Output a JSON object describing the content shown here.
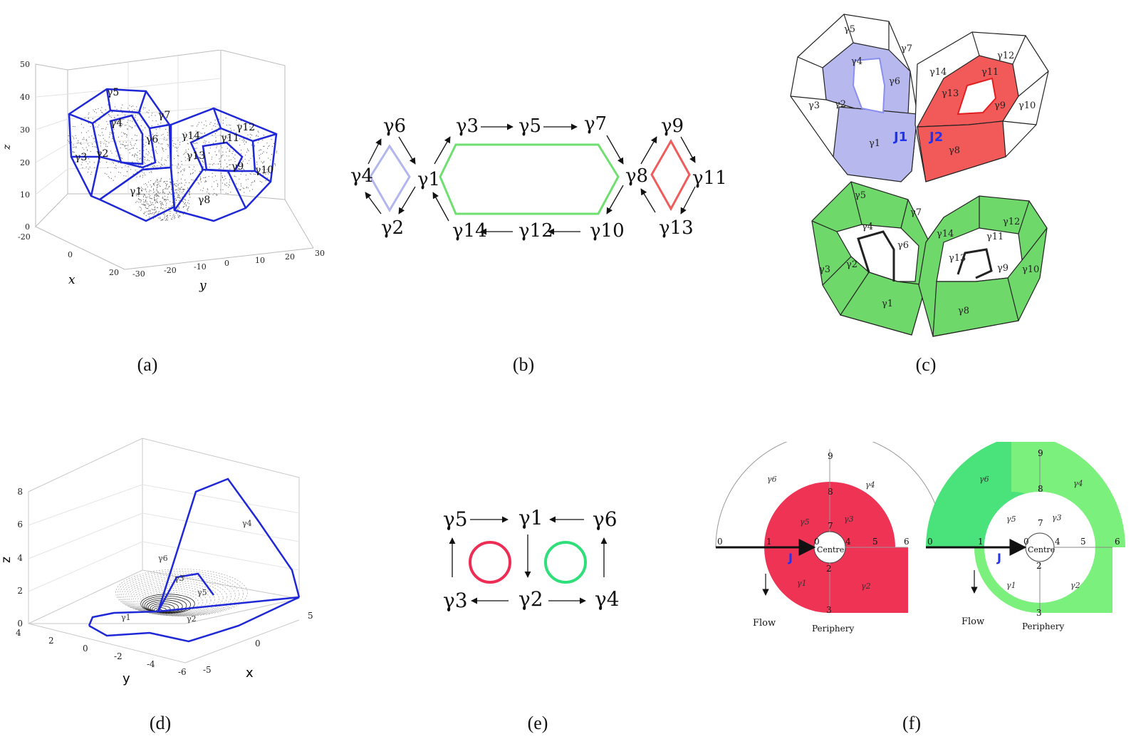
{
  "captions": [
    "(a)",
    "(b)",
    "(c)",
    "(d)",
    "(e)",
    "(f)"
  ],
  "colors": {
    "blue_frame": "#1f28d6",
    "lavender": "#b7b9ee",
    "red": "#f25a5a",
    "crimson": "#ee2d55",
    "green": "#6fd86a",
    "bright_green": "#4ae27a",
    "light_green": "#7cf07c",
    "graph_lavender": "#b3b6ee",
    "graph_red": "#ee5c5c",
    "graph_green": "#6fe06f"
  },
  "panel_a": {
    "z_ticks": [
      "0",
      "10",
      "20",
      "30",
      "40",
      "50"
    ],
    "x_ticks": [
      "-20",
      "0",
      "20"
    ],
    "y_ticks": [
      "-30",
      "-20",
      "-10",
      "0",
      "10",
      "20",
      "30"
    ],
    "xlabel": "x",
    "ylabel": "y",
    "zlabel": "z",
    "region_labels": [
      "γ5",
      "γ7",
      "γ4",
      "γ6",
      "γ3",
      "γ2",
      "γ1",
      "γ14",
      "γ12",
      "γ11",
      "γ13",
      "γ9",
      "γ10",
      "γ8"
    ]
  },
  "panel_b": {
    "nodes": [
      "γ6",
      "γ4",
      "γ1",
      "γ2",
      "γ3",
      "γ5",
      "γ7",
      "γ8",
      "γ14",
      "γ12",
      "γ10",
      "γ9",
      "γ11",
      "γ13"
    ]
  },
  "panel_c": {
    "top_labels": [
      "γ5",
      "γ7",
      "γ4",
      "γ6",
      "γ2",
      "γ3",
      "γ1",
      "γ14",
      "γ12",
      "γ11",
      "γ13",
      "γ9",
      "γ10",
      "γ8"
    ],
    "j1": "J1",
    "j2": "J2",
    "bottom_labels": [
      "γ5",
      "γ7",
      "γ4",
      "γ6",
      "γ2",
      "γ3",
      "γ1",
      "γ14",
      "γ12",
      "γ11",
      "γ13",
      "γ9",
      "γ10",
      "γ8"
    ]
  },
  "panel_d": {
    "z_ticks": [
      "0",
      "2",
      "4",
      "6",
      "8"
    ],
    "y_ticks": [
      "4",
      "2",
      "0",
      "-2",
      "-4",
      "-6"
    ],
    "x_ticks": [
      "-5",
      "0",
      "5"
    ],
    "zlabel": "z",
    "ylabel": "y",
    "xlabel": "x",
    "region_labels": [
      "γ4",
      "γ6",
      "γ3",
      "γ5",
      "γ1",
      "γ2"
    ]
  },
  "panel_e": {
    "nodes": [
      "γ5",
      "γ1",
      "γ6",
      "γ3",
      "γ2",
      "γ4"
    ]
  },
  "panel_f": {
    "left": {
      "numbers": [
        "9",
        "8",
        "7",
        "0",
        "1",
        "0",
        "4",
        "5",
        "6",
        "2",
        "3"
      ],
      "labels": [
        "γ6",
        "γ4",
        "γ5",
        "γ3",
        "γ1",
        "γ2"
      ],
      "centre": "Centre",
      "j": "J",
      "flow": "Flow",
      "periphery": "Periphery"
    },
    "right": {
      "numbers": [
        "9",
        "8",
        "7",
        "0",
        "1",
        "0",
        "4",
        "5",
        "6",
        "2",
        "3"
      ],
      "labels": [
        "γ6",
        "γ4",
        "γ5",
        "γ3",
        "γ1",
        "γ2"
      ],
      "centre": "Centre",
      "j": "J",
      "flow": "Flow",
      "periphery": "Periphery"
    }
  }
}
